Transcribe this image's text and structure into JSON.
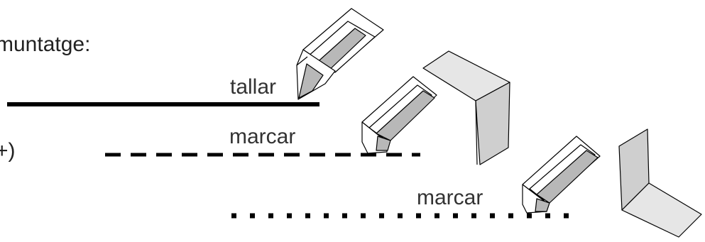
{
  "heading": "muntatge:",
  "side_mark": "+)",
  "lines": [
    {
      "label": "tallar",
      "style": "solid"
    },
    {
      "label": "marcar",
      "style": "dashed"
    },
    {
      "label": "marcar",
      "style": "dotted"
    }
  ],
  "colors": {
    "ink": "#000000",
    "text": "#333333",
    "blade_fill": "#b8b8b8",
    "panel_fill": "#e6e6e6",
    "panel_shade": "#cfcfcf"
  }
}
